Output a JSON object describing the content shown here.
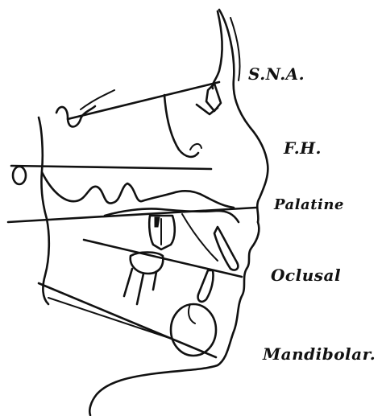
{
  "diagram": {
    "labels": {
      "sna": "S.N.A.",
      "fh": "F.H.",
      "palatine": "Palatine",
      "occlusal": "Oclusal",
      "mandibular": "Mandibolar."
    },
    "ink_color": "#111111",
    "background_color": "#ffffff"
  }
}
